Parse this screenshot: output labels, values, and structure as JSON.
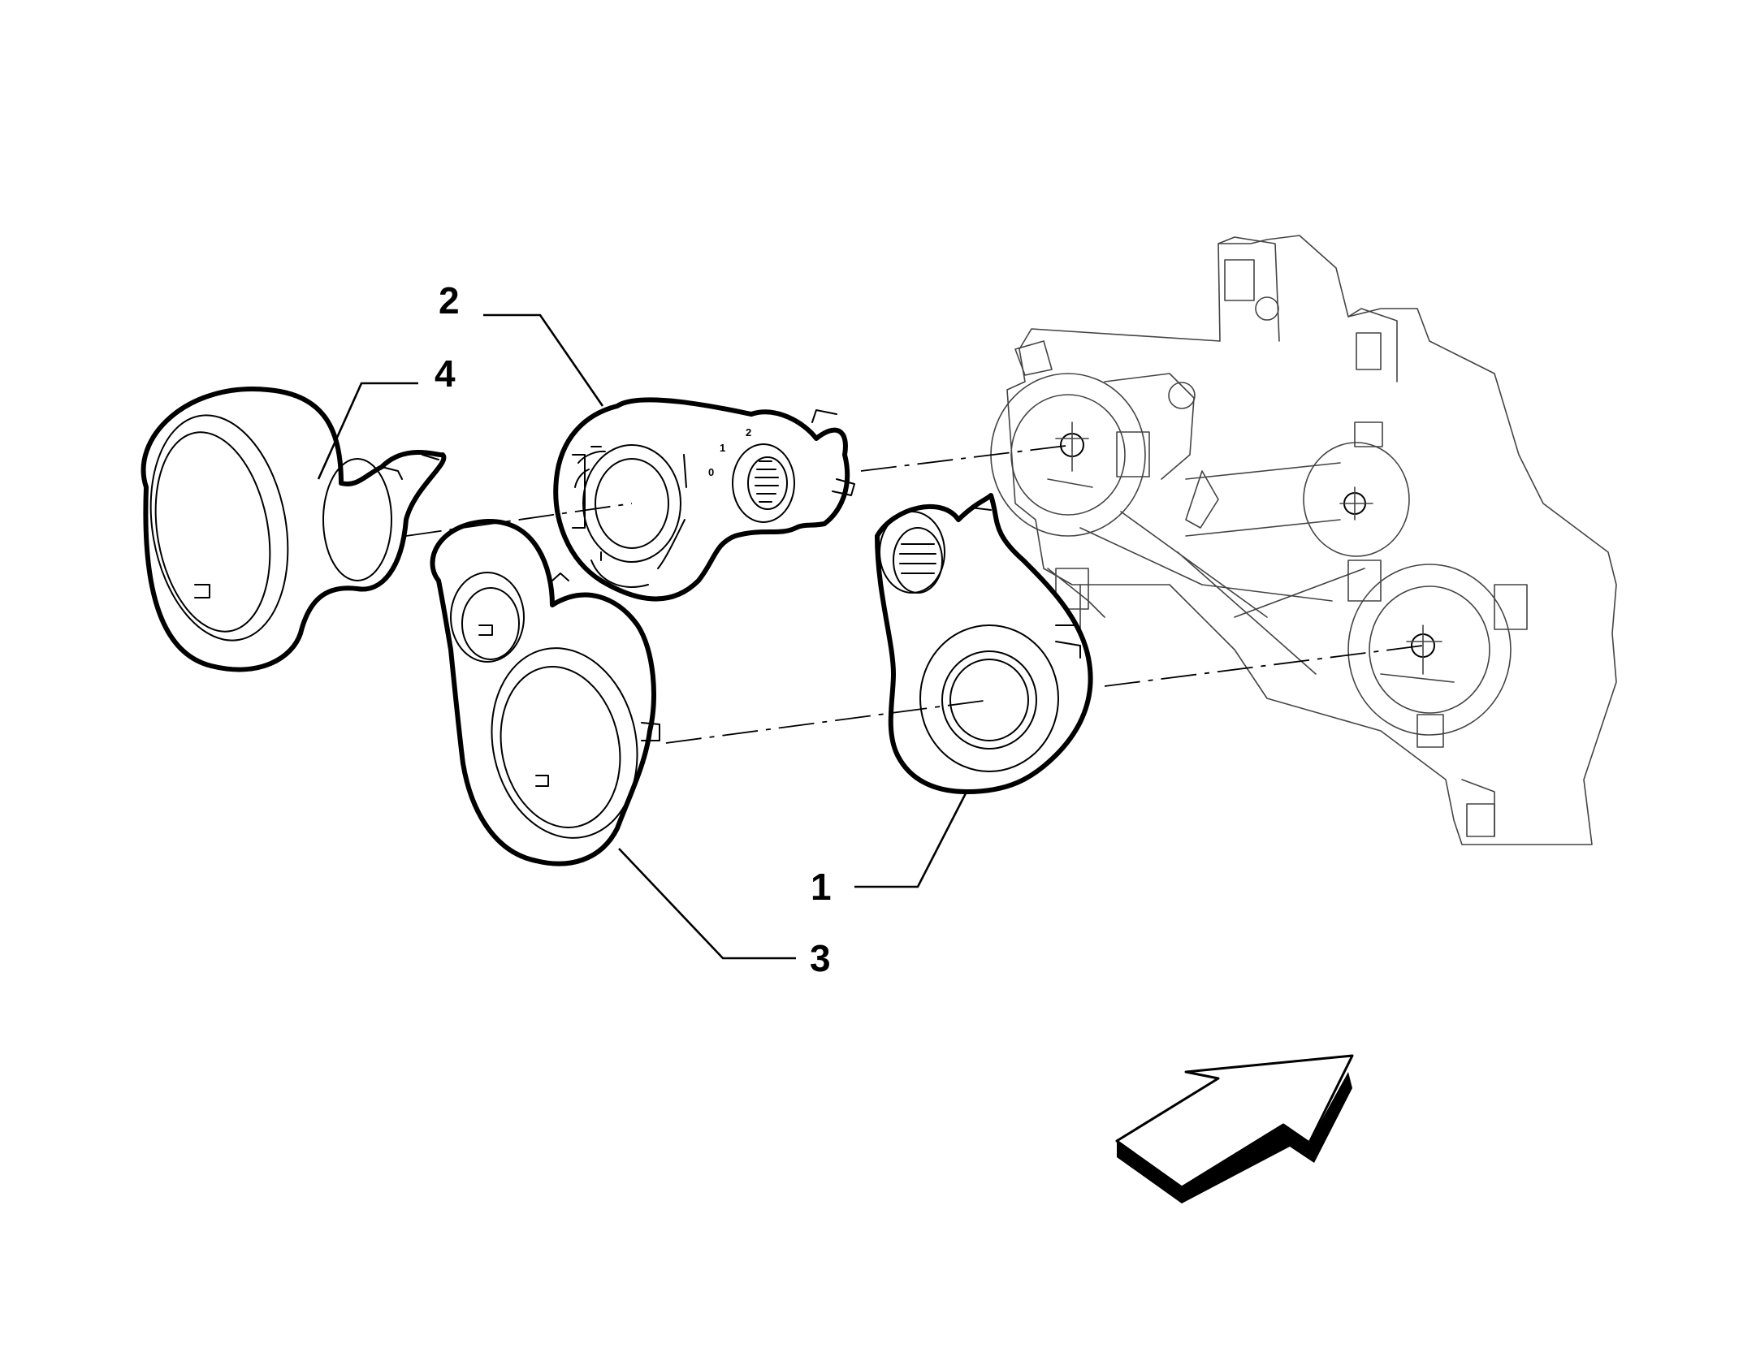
{
  "callouts": [
    {
      "label": "1"
    },
    {
      "label": "2"
    },
    {
      "label": "3"
    },
    {
      "label": "4"
    }
  ],
  "dial_scale": [
    "0",
    "1",
    "2"
  ],
  "arrow": {
    "meaning": "view direction"
  }
}
